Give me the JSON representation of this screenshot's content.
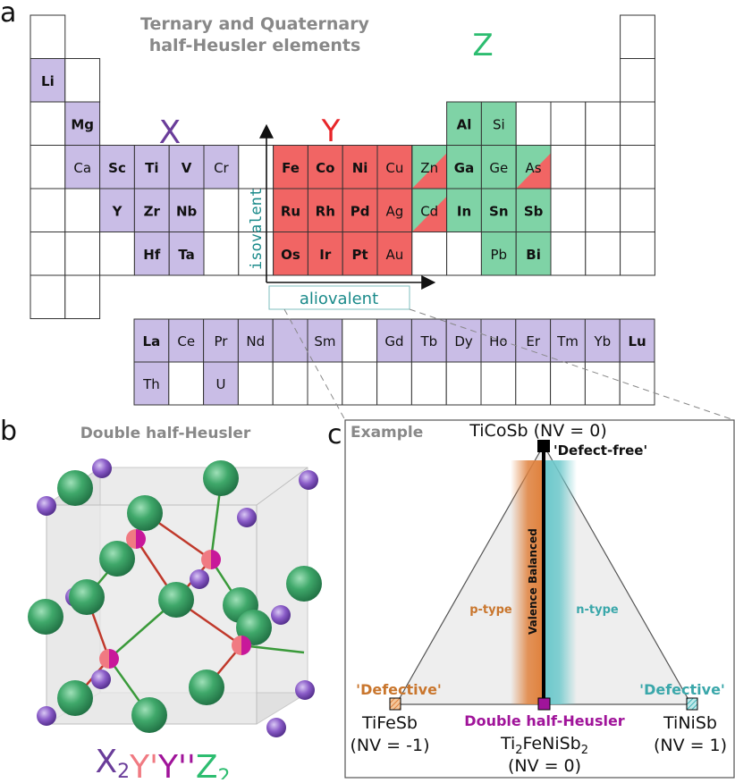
{
  "panel_labels": {
    "a": "a",
    "b": "b",
    "c": "c"
  },
  "colors": {
    "x": "#c9bde6",
    "y": "#f16564",
    "z": "#7fd3a6",
    "x_title": "#6a3d9a",
    "y_title": "#e8262a",
    "z_title": "#2dbd70",
    "aliovalent": "#1a8a8a",
    "p_type": "#e0823e",
    "n_type": "#6ec9cc",
    "dhh": "#a0149a"
  },
  "panel_a": {
    "title_line1": "Ternary and Quaternary",
    "title_line2": "half-Heusler elements",
    "x_label": "X",
    "y_label": "Y",
    "z_label": "Z",
    "isovalent": "isovalent",
    "aliovalent": "aliovalent",
    "elements": [
      {
        "s": "Li",
        "r": 1,
        "c": 0,
        "g": "x",
        "b": true
      },
      {
        "s": "Mg",
        "r": 2,
        "c": 1,
        "g": "x",
        "b": true
      },
      {
        "s": "Ca",
        "r": 3,
        "c": 1,
        "g": "x",
        "b": false
      },
      {
        "s": "Sc",
        "r": 3,
        "c": 2,
        "g": "x",
        "b": true
      },
      {
        "s": "Ti",
        "r": 3,
        "c": 3,
        "g": "x",
        "b": true
      },
      {
        "s": "V",
        "r": 3,
        "c": 4,
        "g": "x",
        "b": true
      },
      {
        "s": "Cr",
        "r": 3,
        "c": 5,
        "g": "x",
        "b": false
      },
      {
        "s": "Fe",
        "r": 3,
        "c": 7,
        "g": "y",
        "b": true
      },
      {
        "s": "Co",
        "r": 3,
        "c": 8,
        "g": "y",
        "b": true
      },
      {
        "s": "Ni",
        "r": 3,
        "c": 9,
        "g": "y",
        "b": true
      },
      {
        "s": "Cu",
        "r": 3,
        "c": 10,
        "g": "y",
        "b": false
      },
      {
        "s": "Zn",
        "r": 3,
        "c": 11,
        "g": "yz",
        "b": false
      },
      {
        "s": "Ga",
        "r": 3,
        "c": 12,
        "g": "z",
        "b": true
      },
      {
        "s": "Ge",
        "r": 3,
        "c": 13,
        "g": "z",
        "b": false
      },
      {
        "s": "As",
        "r": 3,
        "c": 14,
        "g": "yz",
        "b": false
      },
      {
        "s": "Y",
        "r": 4,
        "c": 2,
        "g": "x",
        "b": true
      },
      {
        "s": "Zr",
        "r": 4,
        "c": 3,
        "g": "x",
        "b": true
      },
      {
        "s": "Nb",
        "r": 4,
        "c": 4,
        "g": "x",
        "b": true
      },
      {
        "s": "Ru",
        "r": 4,
        "c": 7,
        "g": "y",
        "b": true
      },
      {
        "s": "Rh",
        "r": 4,
        "c": 8,
        "g": "y",
        "b": true
      },
      {
        "s": "Pd",
        "r": 4,
        "c": 9,
        "g": "y",
        "b": true
      },
      {
        "s": "Ag",
        "r": 4,
        "c": 10,
        "g": "y",
        "b": false
      },
      {
        "s": "Cd",
        "r": 4,
        "c": 11,
        "g": "yz",
        "b": false
      },
      {
        "s": "In",
        "r": 4,
        "c": 12,
        "g": "z",
        "b": true
      },
      {
        "s": "Sn",
        "r": 4,
        "c": 13,
        "g": "z",
        "b": true
      },
      {
        "s": "Sb",
        "r": 4,
        "c": 14,
        "g": "z",
        "b": true
      },
      {
        "s": "Hf",
        "r": 5,
        "c": 3,
        "g": "x",
        "b": true
      },
      {
        "s": "Ta",
        "r": 5,
        "c": 4,
        "g": "x",
        "b": true
      },
      {
        "s": "Os",
        "r": 5,
        "c": 7,
        "g": "y",
        "b": true
      },
      {
        "s": "Ir",
        "r": 5,
        "c": 8,
        "g": "y",
        "b": true
      },
      {
        "s": "Pt",
        "r": 5,
        "c": 9,
        "g": "y",
        "b": true
      },
      {
        "s": "Au",
        "r": 5,
        "c": 10,
        "g": "y",
        "b": false
      },
      {
        "s": "Pb",
        "r": 5,
        "c": 13,
        "g": "z",
        "b": false
      },
      {
        "s": "Bi",
        "r": 5,
        "c": 14,
        "g": "z",
        "b": true
      },
      {
        "s": "Al",
        "r": 2,
        "c": 12,
        "g": "z",
        "b": true
      },
      {
        "s": "Si",
        "r": 2,
        "c": 13,
        "g": "z",
        "b": false
      }
    ],
    "lanthanides": [
      {
        "s": "La",
        "c": 0,
        "g": "x",
        "b": true
      },
      {
        "s": "Ce",
        "c": 1,
        "g": "x",
        "b": false
      },
      {
        "s": "Pr",
        "c": 2,
        "g": "x",
        "b": false
      },
      {
        "s": "Nd",
        "c": 3,
        "g": "x",
        "b": false
      },
      {
        "s": "",
        "c": 4,
        "g": "x",
        "b": false
      },
      {
        "s": "Sm",
        "c": 5,
        "g": "x",
        "b": false
      },
      {
        "s": "",
        "c": 6,
        "g": "none",
        "b": false
      },
      {
        "s": "Gd",
        "c": 7,
        "g": "x",
        "b": false
      },
      {
        "s": "Tb",
        "c": 8,
        "g": "x",
        "b": false
      },
      {
        "s": "Dy",
        "c": 9,
        "g": "x",
        "b": false
      },
      {
        "s": "Ho",
        "c": 10,
        "g": "x",
        "b": false
      },
      {
        "s": "Er",
        "c": 11,
        "g": "x",
        "b": false
      },
      {
        "s": "Tm",
        "c": 12,
        "g": "x",
        "b": false
      },
      {
        "s": "Yb",
        "c": 13,
        "g": "x",
        "b": false
      },
      {
        "s": "Lu",
        "c": 14,
        "g": "x",
        "b": true
      }
    ],
    "actinides": [
      {
        "s": "Th",
        "c": 0,
        "g": "x",
        "b": false
      },
      {
        "s": "U",
        "c": 2,
        "g": "x",
        "b": false
      }
    ]
  },
  "panel_b": {
    "title": "Double half-Heusler",
    "formula": [
      {
        "t": "X",
        "sub": "2",
        "color": "#6a3d9a"
      },
      {
        "t": "Y'",
        "sub": "",
        "color": "#f07a82"
      },
      {
        "t": "Y''",
        "sub": "",
        "color": "#a0149a"
      },
      {
        "t": "Z",
        "sub": "2",
        "color": "#2dbd70"
      }
    ]
  },
  "panel_c": {
    "example": "Example",
    "top_compound": "TiCoSb (NV = 0)",
    "top_tag": "'Defect-free'",
    "valence_balanced": "Valence Balanced",
    "p_type": "p-type",
    "n_type": "n-type",
    "left_tag": "'Defective'",
    "right_tag": "'Defective'",
    "left_compound": "TiFeSb",
    "left_nv": "(NV = -1)",
    "right_compound": "TiNiSb",
    "right_nv": "(NV = 1)",
    "center_title": "Double half-Heusler",
    "center_formula_a": "Ti",
    "center_formula_sub1": "2",
    "center_formula_b": "FeNiSb",
    "center_formula_sub2": "2",
    "center_nv": "(NV = 0)"
  }
}
